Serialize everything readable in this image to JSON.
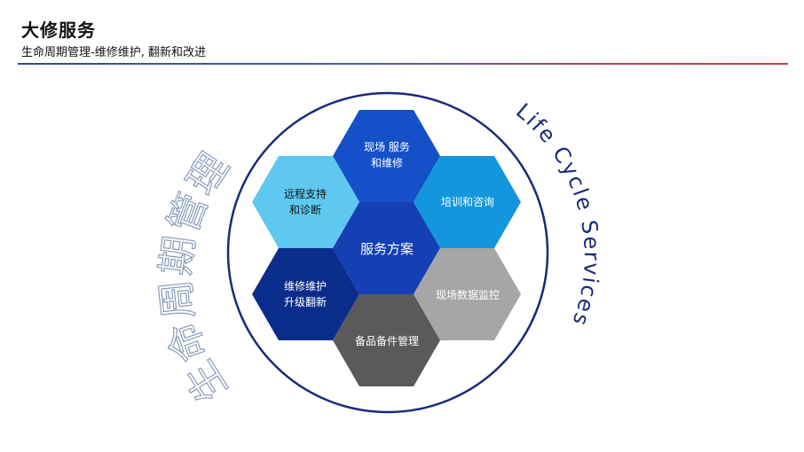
{
  "header": {
    "title": "大修服务",
    "subtitle": "生命周期管理-维修维护, 翻新和改进"
  },
  "diagram": {
    "center": {
      "line1": "服务方案"
    },
    "cells": [
      {
        "id": "top",
        "line1": "现场 服务",
        "line2": "和维修",
        "color": "#1450c8"
      },
      {
        "id": "upper-left",
        "line1": "远程支持",
        "line2": "和诊断",
        "color": "#5ec8f0"
      },
      {
        "id": "upper-right",
        "line1": "培训和咨询",
        "line2": "",
        "color": "#1496dc"
      },
      {
        "id": "lower-left",
        "line1": "维修维护",
        "line2": "升级翻新",
        "color": "#0a2d8c"
      },
      {
        "id": "lower-right",
        "line1": "现场数据监控",
        "line2": "",
        "color": "#a6a6a6"
      },
      {
        "id": "bottom",
        "line1": "备品备件管理",
        "line2": "",
        "color": "#5a5a5a"
      }
    ],
    "center_color": "#1440b4",
    "ring_color": "#1a2a7a",
    "left_arc_text": "生命周期管理",
    "right_arc_text": "Life Cycle Services"
  }
}
